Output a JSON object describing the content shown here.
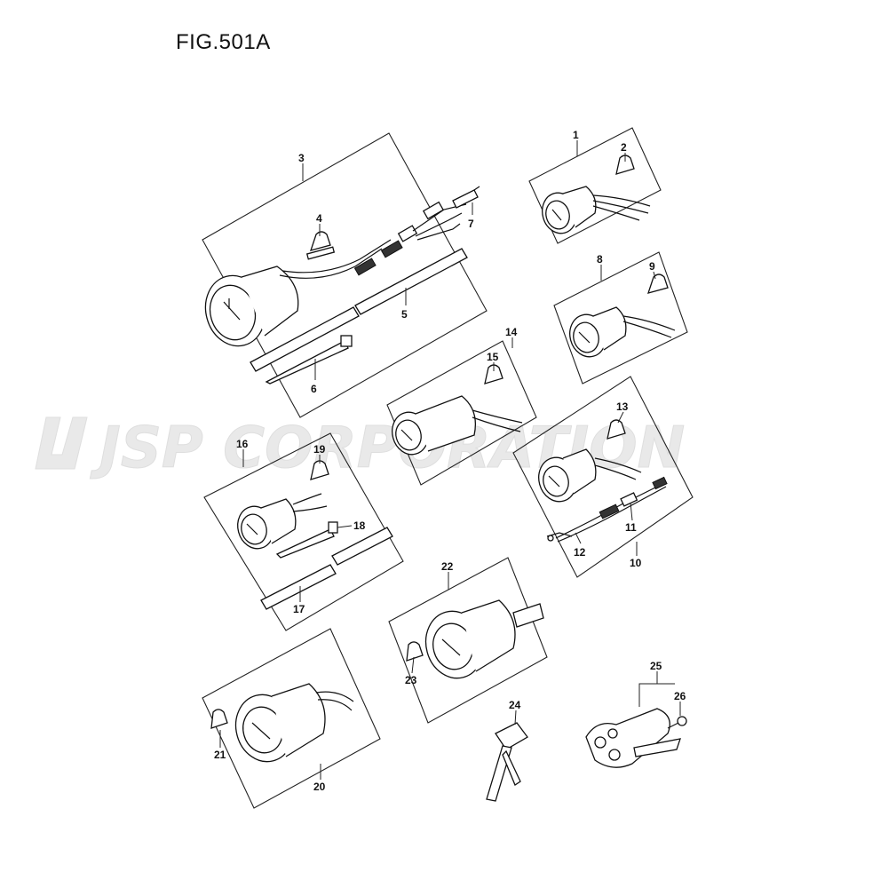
{
  "figure_title": "FIG.501A",
  "watermark": "JSP CORPORATION",
  "callouts": [
    "1",
    "2",
    "3",
    "4",
    "5",
    "6",
    "7",
    "8",
    "9",
    "10",
    "11",
    "12",
    "13",
    "14",
    "15",
    "16",
    "17",
    "18",
    "19",
    "20",
    "21",
    "22",
    "23",
    "24",
    "25",
    "26"
  ],
  "groups": [
    {
      "id": "3",
      "members": [
        "4",
        "5",
        "6",
        "7"
      ]
    },
    {
      "id": "1",
      "members": [
        "2"
      ]
    },
    {
      "id": "8",
      "members": [
        "9"
      ]
    },
    {
      "id": "14",
      "members": [
        "15"
      ]
    },
    {
      "id": "10",
      "members": [
        "11",
        "12",
        "13"
      ]
    },
    {
      "id": "16",
      "members": [
        "17",
        "18",
        "19"
      ]
    },
    {
      "id": "22",
      "members": [
        "23"
      ]
    },
    {
      "id": "20",
      "members": [
        "21"
      ]
    },
    {
      "id": "25",
      "members": [
        "26"
      ]
    }
  ]
}
